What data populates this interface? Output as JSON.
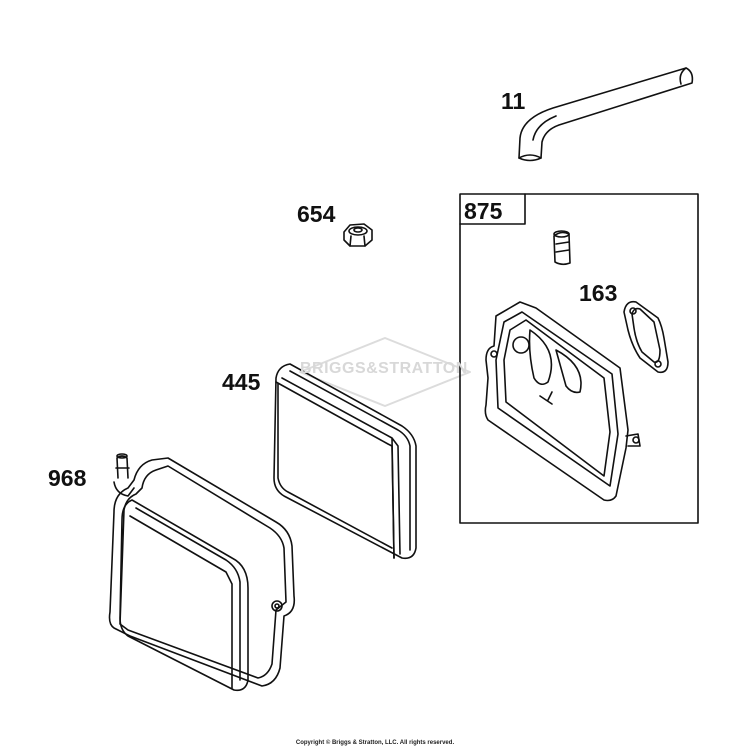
{
  "callouts": {
    "hose": "11",
    "nut": "654",
    "kit": "875",
    "gasket": "163",
    "filter": "445",
    "cover": "968"
  },
  "watermark": "BRIGGS&STRATTON",
  "copyright": "Copyright © Briggs & Stratton, LLC. All rights reserved.",
  "colors": {
    "line": "#111111",
    "watermark": "#d8d8d8",
    "background": "#ffffff"
  }
}
